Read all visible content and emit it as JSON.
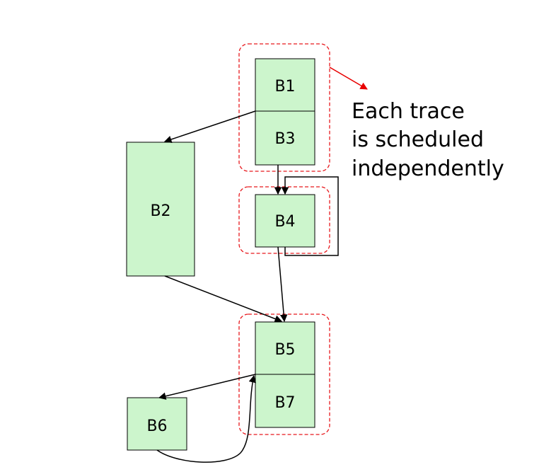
{
  "blocks": {
    "b1": "B1",
    "b2": "B2",
    "b3": "B3",
    "b4": "B4",
    "b5": "B5",
    "b6": "B6",
    "b7": "B7"
  },
  "note": {
    "line1": "Each trace",
    "line2": "is scheduled",
    "line3": "independently"
  },
  "colors": {
    "block_fill": "#ccf5cc",
    "block_stroke": "#000000",
    "trace_outline": "#e8191e",
    "edge": "#000000",
    "note_arrow": "#e80000"
  }
}
